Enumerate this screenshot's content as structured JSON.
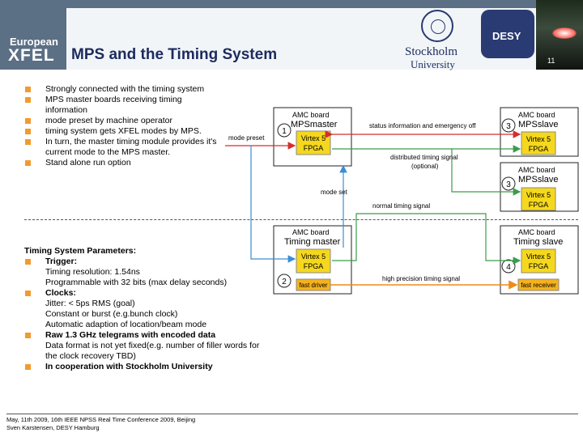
{
  "header": {
    "logo_line1": "European",
    "logo_line2": "XFEL",
    "title": "MPS and the Timing System",
    "university_line1": "Stockholm",
    "university_line2": "University",
    "desy": "DESY",
    "slide_number": "11"
  },
  "bullets": [
    "Strongly connected with the timing system",
    "MPS master boards receiving timing information",
    "mode preset by machine operator",
    "timing system gets XFEL modes by MPS.",
    "In turn, the master timing module provides it's current mode to the MPS master.",
    "Stand alone run option"
  ],
  "params": {
    "title": "Timing System Parameters:",
    "trigger_label": "Trigger:",
    "trigger_lines": [
      "Timing resolution: 1.54ns",
      "Programmable with 32 bits (max delay seconds)"
    ],
    "clocks_label": "Clocks:",
    "clocks_lines": [
      "Jitter: < 5ps RMS (goal)",
      "Constant or burst (e.g.bunch clock)",
      "Automatic adaption of location/beam mode"
    ],
    "raw_label": "Raw 1.3 GHz telegrams with encoded data",
    "raw_lines": [
      "Data format is not yet fixed(e.g. number of filler words for",
      "the clock recovery TBD)"
    ],
    "coop_label": "In cooperation with Stockholm University"
  },
  "diagram": {
    "amc_board": "AMC board",
    "mps_master": "MPSmaster",
    "mps_slave": "MPSslave",
    "timing_master": "Timing master",
    "timing_slave": "Timing slave",
    "fpga_line1": "Virtex 5",
    "fpga_line2": "FPGA",
    "fast_driver": "fast driver",
    "fast_receiver": "fast receiver",
    "mode_preset": "mode preset",
    "status_info": "status information and emergency off",
    "distributed_line1": "distributed timing signal",
    "distributed_line2": "(optional)",
    "mode_set": "mode set",
    "normal_timing": "normal timing signal",
    "high_precision": "high precision timing signal",
    "num_1": "1",
    "num_2": "2",
    "num_3": "3",
    "num_4": "4"
  },
  "footer": {
    "line1": "May, 11th 2009, 16th IEEE NPSS Real Time Conference 2009, Beijing",
    "line2": "Sven Karstensen, DESY Hamburg"
  },
  "colors": {
    "bullet": "#f29a2e",
    "banner": "#5b6f85",
    "title": "#1c2b5e",
    "fpga_fill": "#f5d81d",
    "driver_fill": "#f5b21d",
    "blue_arrow": "#3a8ed8",
    "green_arrow": "#3c9c4a",
    "red_arrow": "#d62d2d",
    "orange_arrow": "#f08a16"
  }
}
